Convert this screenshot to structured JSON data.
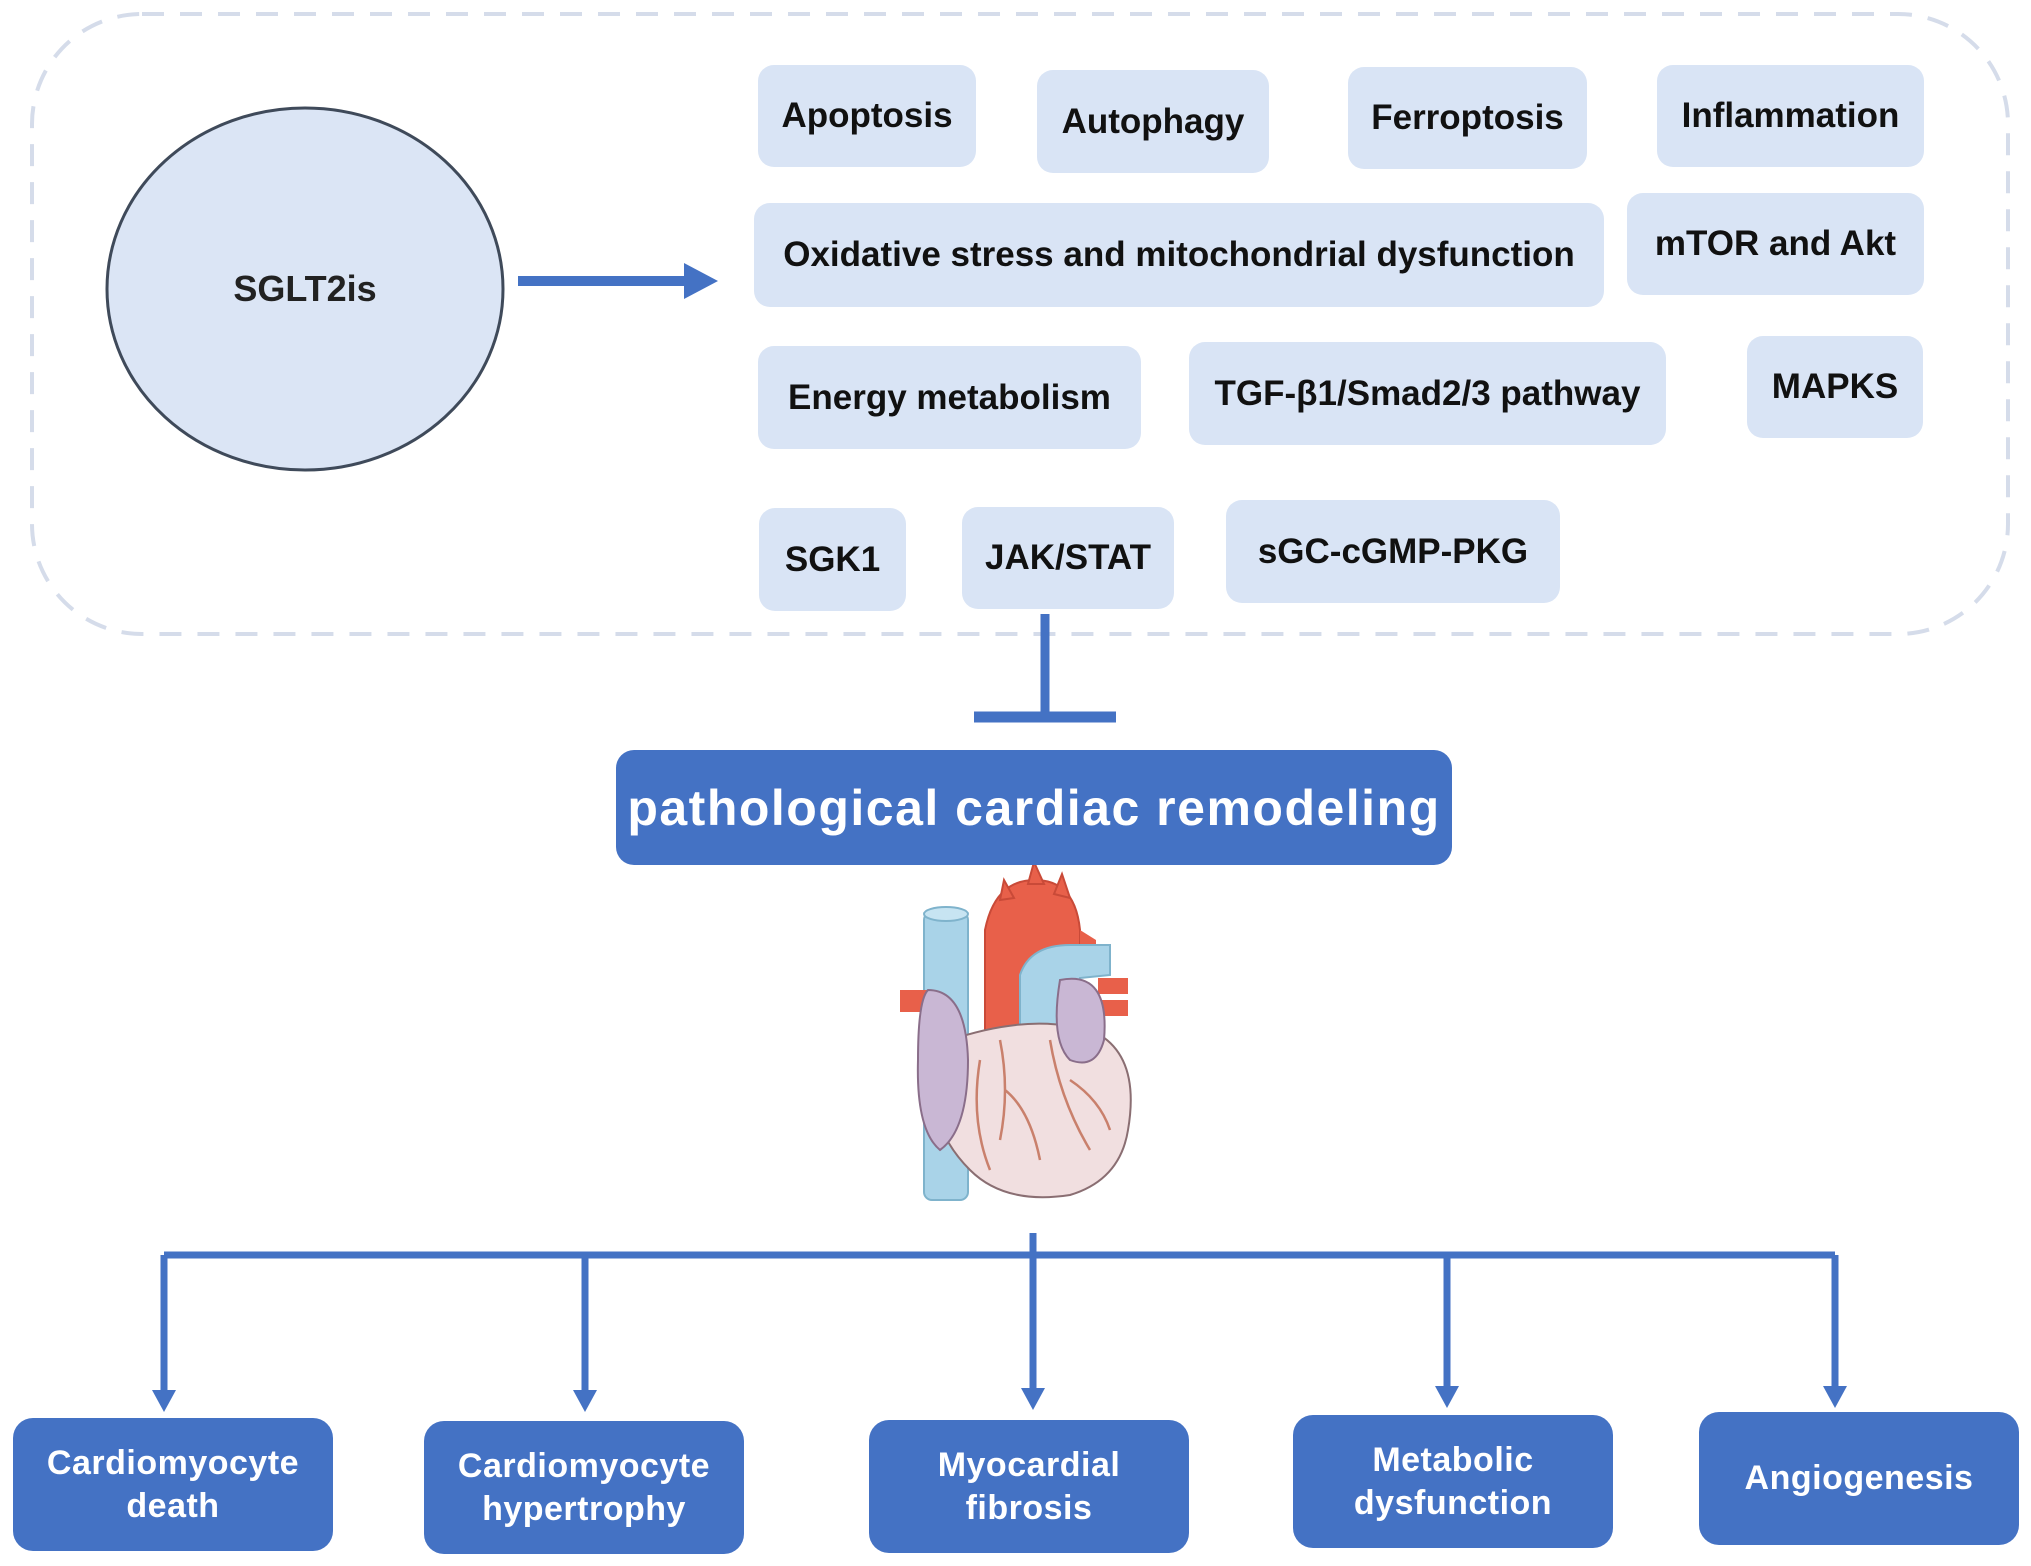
{
  "drug": {
    "label": "SGLT2is"
  },
  "mechanisms": [
    {
      "id": "apoptosis",
      "label": "Apoptosis"
    },
    {
      "id": "autophagy",
      "label": "Autophagy"
    },
    {
      "id": "ferroptosis",
      "label": "Ferroptosis"
    },
    {
      "id": "inflammation",
      "label": "Inflammation"
    },
    {
      "id": "oxidative-stress",
      "label": "Oxidative stress and mitochondrial dysfunction"
    },
    {
      "id": "mtor-akt",
      "label": "mTOR and Akt"
    },
    {
      "id": "energy-metabolism",
      "label": "Energy metabolism"
    },
    {
      "id": "tgf-smad",
      "label": "TGF-β1/Smad2/3 pathway"
    },
    {
      "id": "mapks",
      "label": "MAPKS"
    },
    {
      "id": "sgk1",
      "label": "SGK1"
    },
    {
      "id": "jak-stat",
      "label": "JAK/STAT"
    },
    {
      "id": "sgc-cgmp-pkg",
      "label": "sGC-cGMP-PKG"
    }
  ],
  "central": {
    "label": "pathological cardiac remodeling"
  },
  "outcomes": [
    {
      "id": "cardiomyocyte-death",
      "line1": "Cardiomyocyte",
      "line2": "death"
    },
    {
      "id": "cardiomyocyte-hypertrophy",
      "line1": "Cardiomyocyte",
      "line2": "hypertrophy"
    },
    {
      "id": "myocardial-fibrosis",
      "line1": "Myocardial",
      "line2": "fibrosis"
    },
    {
      "id": "metabolic-dysfunction",
      "line1": "Metabolic",
      "line2": "dysfunction"
    },
    {
      "id": "angiogenesis",
      "line1": "Angiogenesis",
      "line2": ""
    }
  ],
  "colors": {
    "mechanism_fill": "#d9e4f5",
    "accent_blue": "#4472c4",
    "dashed_border": "#d5dcea",
    "circle_fill": "#dbe5f5",
    "circle_stroke": "#3f4a5a",
    "aorta": "#e8604a",
    "vein": "#a9d3e8",
    "atrium": "#c9b7d4",
    "ventricle": "#f1dfe0",
    "vessel_lines": "#c9806c"
  },
  "icons": [
    "heart-illustration-icon",
    "activation-arrow-icon",
    "inhibition-bar-icon"
  ]
}
